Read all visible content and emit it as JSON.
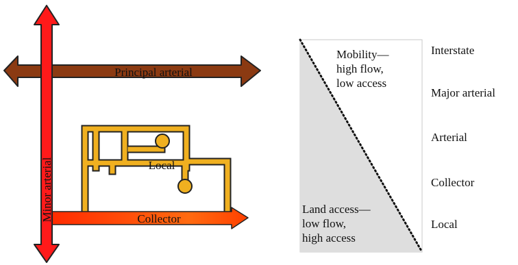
{
  "left_diagram": {
    "principal_label": "Principal arterial",
    "minor_label": "Minor arterial",
    "local_label": "Local",
    "collector_label": "Collector",
    "colors": {
      "principal": "#8b3a12",
      "minor": "#ff1a1a",
      "local": "#f0b020",
      "collector_start": "#ff3300",
      "collector_end": "#f0a020",
      "outline": "#222222"
    }
  },
  "right_diagram": {
    "mobility_text": [
      "Mobility—",
      "high flow,",
      "low access"
    ],
    "land_access_text": [
      "Land access—",
      "low flow,",
      "high access"
    ],
    "levels": [
      "Interstate",
      "Major arterial",
      "Arterial",
      "Collector",
      "Local"
    ],
    "colors": {
      "fill": "#dcdcdc",
      "border": "#bbbbbb",
      "diagonal": "#111111"
    }
  }
}
